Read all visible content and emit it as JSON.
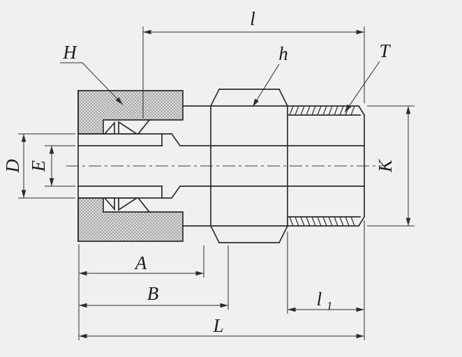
{
  "labels": {
    "l": "l",
    "H": "H",
    "h": "h",
    "T": "T",
    "D": "D",
    "E": "E",
    "K": "K",
    "A": "A",
    "B": "B",
    "l1_base": "l",
    "l1_sub": "1",
    "L": "L"
  },
  "colors": {
    "background": "#f1f0ee",
    "line": "#2d2d2b",
    "hatch_line": "#90908e",
    "hatch_fill": "#e4e3e0"
  }
}
